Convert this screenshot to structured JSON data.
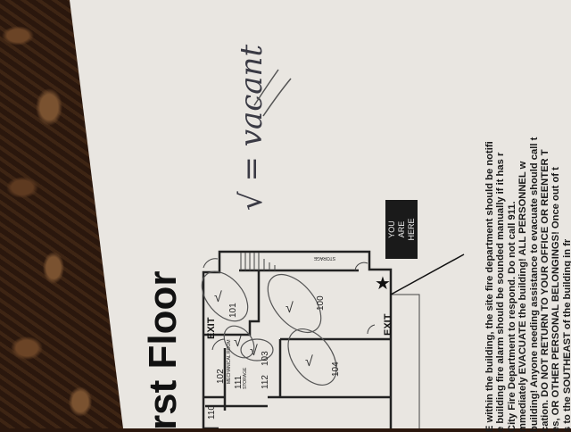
{
  "document": {
    "title": "rst Floor",
    "handwritten_note": "√ = vacant",
    "you_are_here": [
      "YOU",
      "ARE",
      "HERE"
    ],
    "rooms": [
      "100",
      "101",
      "102",
      "103",
      "104",
      "110",
      "111",
      "112"
    ],
    "room_labels": {
      "mechanical": "MECHANICAL ROOM",
      "storage": "STORAGE"
    },
    "exit_label": "EXIT",
    "vacant_mark": "√",
    "instructions": [
      "E within the building, the site fire department should be notifi",
      "e building fire alarm should be sounded manually if it has r",
      "City Fire Department to respond. Do not call 911.",
      "mmediately EVACUATE the building!  ALL PERSONNEL w",
      "building!  Anyone needing assistance to evacuate should call t",
      "cation.  DO NOT RETURN TO YOUR OFFICE OR REENTER T",
      "es, OR OTHER PERSONAL BELONGINGS!  Once out of t",
      "s to the SOUTHEAST of the building in fr"
    ]
  }
}
